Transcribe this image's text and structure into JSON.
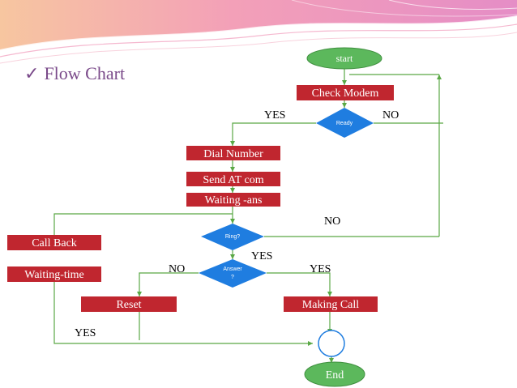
{
  "slide_title": "Flow Chart",
  "colors": {
    "process_fill": "#c0262f",
    "decision_fill": "#1f7de0",
    "terminator_fill": "#5cb85c",
    "connector_line": "#5aa845",
    "text": "#000000",
    "heading": "#7a4a8a"
  },
  "nodes": {
    "start": "start",
    "check_modem": "Check Modem",
    "ready": "Ready",
    "dial_number": "Dial Number",
    "send_at_com": "Send AT com",
    "waiting_ans": "Waiting -ans",
    "ring": "Ring?",
    "answer_line1": "Answer",
    "answer_line2": "?",
    "call_back": "Call Back",
    "waiting_time": "Waiting-time",
    "reset": "Reset",
    "making_call": "Making Call",
    "end": "End"
  },
  "labels": {
    "ready_yes": "YES",
    "ready_no": "NO",
    "ring_no": "NO",
    "ring_yes": "YES",
    "answer_no": "NO",
    "answer_yes": "YES",
    "callback_yes": "YES"
  }
}
